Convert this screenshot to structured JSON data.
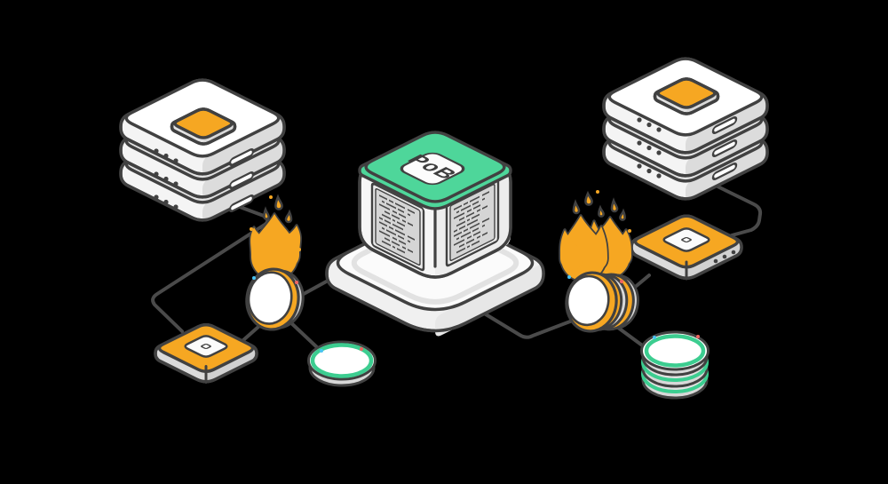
{
  "illustration": {
    "cube_label": "PoB",
    "description": "Isometric Proof-of-Burn blockchain illustration",
    "nodes": [
      {
        "name": "server-stack-left",
        "kind": "server-stack-icon"
      },
      {
        "name": "pob-cube",
        "kind": "pob-cube-icon",
        "label": "PoB"
      },
      {
        "name": "server-stack-right",
        "kind": "server-stack-icon"
      },
      {
        "name": "chip-left",
        "kind": "chip-icon"
      },
      {
        "name": "chip-right",
        "kind": "chip-icon"
      },
      {
        "name": "burning-coin-left",
        "kind": "burning-coin-icon"
      },
      {
        "name": "burning-coins-right",
        "kind": "burning-coin-icon"
      },
      {
        "name": "coin-flat-green",
        "kind": "coin-icon"
      },
      {
        "name": "coin-stack-green",
        "kind": "coin-stack-icon"
      }
    ]
  },
  "colors": {
    "background": "#000000",
    "outline": "#414141",
    "line": "#4A4A4A",
    "orange": "#F6A722",
    "green": "#4ED69A",
    "coin_rim_green": "#3CCD90",
    "white": "#FFFFFF",
    "near_white": "#FBFBFB",
    "slab_top_gray": "#E2E2E2",
    "slab_side": "#F4F4F4",
    "slab_side_shade": "#DCDCDC",
    "cube_side": "#F6F6F6",
    "cube_side_shade": "#EDEDED",
    "platform_top": "#FBFBFB",
    "platform_side": "#F0F0F0",
    "platform_side_shade": "#E7E7E7",
    "platform_bevel": "#E2E2E2",
    "chip_side": "#DBDBDB",
    "chip_side_shade": "#D1D1D1",
    "gray": "#D8D8D8",
    "coin_face_gray": "#E2E2E2",
    "panel_frame": "#EAEAEA",
    "panel_bg": "#D5D5D5",
    "code": "#4A4A4A",
    "text": "#3E3E3E",
    "spark_cyan": "#49C3F2",
    "spark_red": "#EF6561"
  }
}
